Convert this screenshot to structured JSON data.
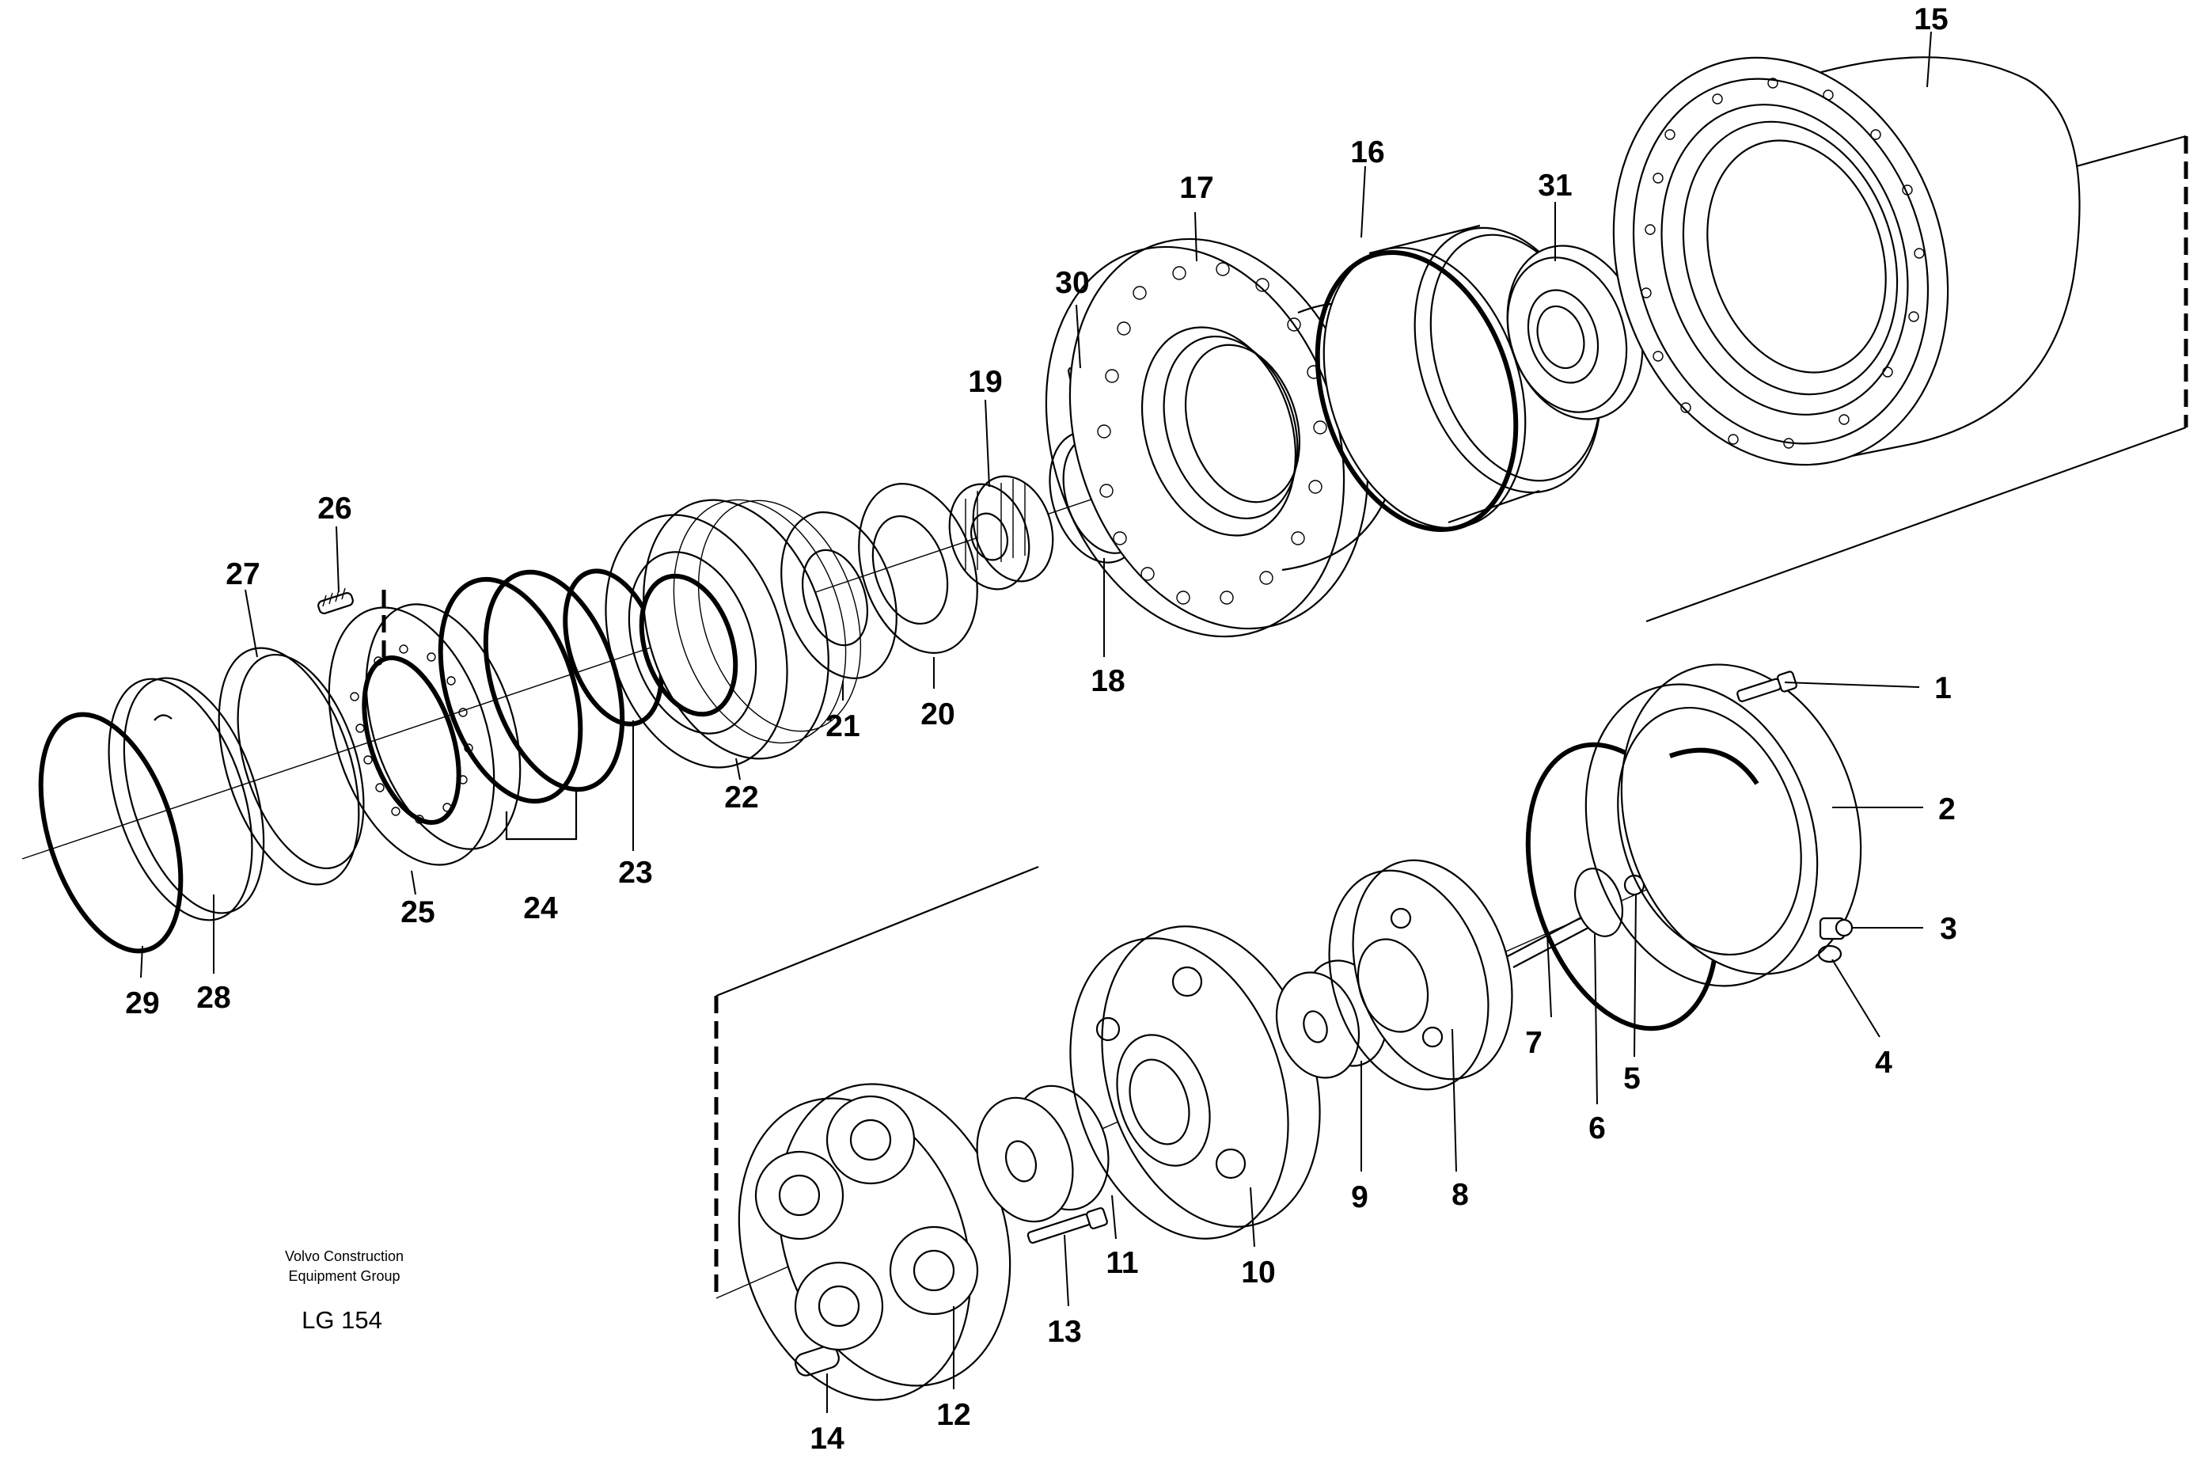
{
  "diagram": {
    "credit_line1": "Volvo Construction",
    "credit_line2": "Equipment Group",
    "code": "LG 154",
    "part_labels": [
      "1",
      "2",
      "3",
      "4",
      "5",
      "6",
      "7",
      "8",
      "9",
      "10",
      "11",
      "12",
      "13",
      "14",
      "15",
      "16",
      "17",
      "18",
      "19",
      "20",
      "21",
      "22",
      "23",
      "24",
      "25",
      "26",
      "27",
      "28",
      "29",
      "30",
      "31"
    ]
  }
}
